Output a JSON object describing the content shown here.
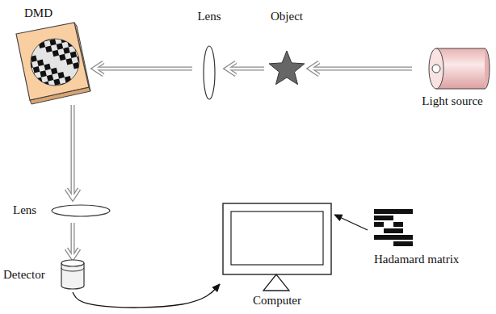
{
  "diagram": {
    "nodes": [
      {
        "text": [
          "DMD"
        ]
      },
      {
        "text": [
          "Lens"
        ]
      },
      {
        "text": [
          "Object"
        ]
      },
      {
        "text": [
          "Light source"
        ]
      },
      {
        "text": [
          "Lens"
        ]
      },
      {
        "text": [
          "Hadamard matrix"
        ]
      },
      {
        "text": [
          "Detector"
        ]
      },
      {
        "text": [
          "Computer"
        ]
      }
    ],
    "edges": [
      {
        "from": 3,
        "to": 2,
        "arrow": "to"
      },
      {
        "from": 2,
        "to": 1,
        "arrow": "to"
      },
      {
        "from": 1,
        "to": 0,
        "arrow": "to"
      },
      {
        "from": 0,
        "to": 4,
        "arrow": "to"
      },
      {
        "from": 4,
        "to": 6,
        "arrow": "to"
      },
      {
        "from": 6,
        "to": 7,
        "arrow": "to"
      },
      {
        "from": 5,
        "to": 7,
        "arrow": "to"
      }
    ]
  }
}
